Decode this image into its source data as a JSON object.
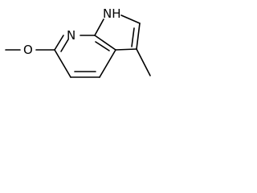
{
  "molecule": {
    "atoms": {
      "pyridine_n": "N",
      "pyrrole_nh": "NH",
      "methoxy_o": "O"
    }
  }
}
